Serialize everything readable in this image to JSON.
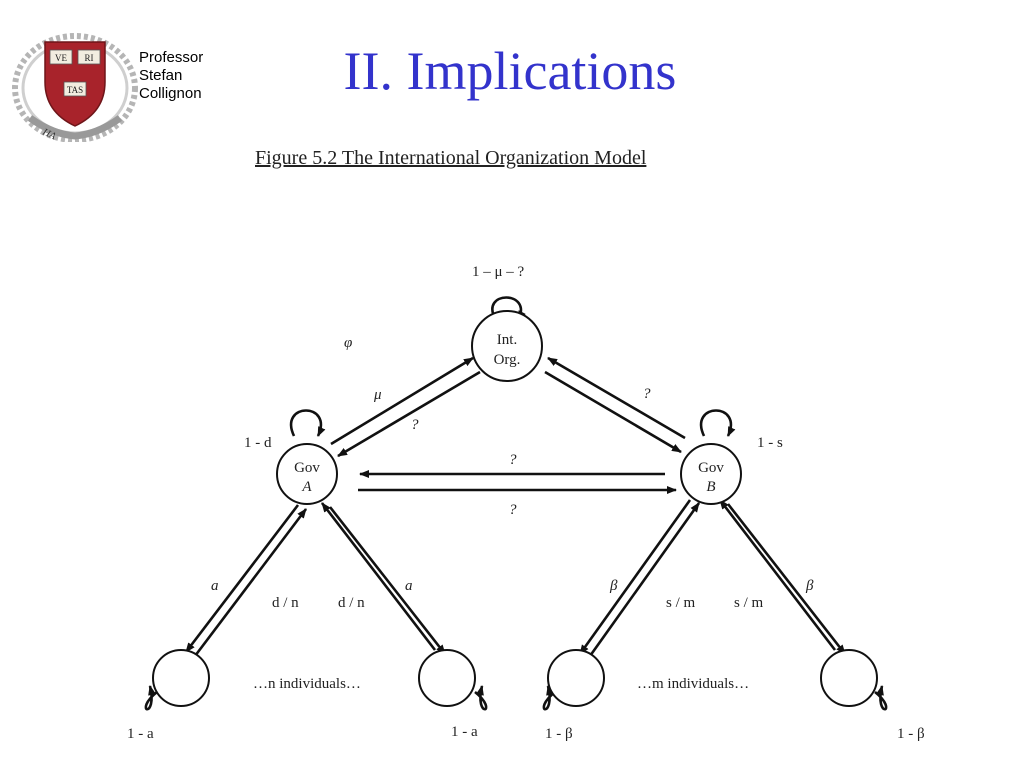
{
  "header": {
    "author_lines": [
      "Professor",
      "Stefan",
      "Collignon"
    ],
    "title": "II. Implications"
  },
  "logo": {
    "shield_text": [
      "VE",
      "RI",
      "TAS"
    ],
    "banner_text": "HA",
    "colors": {
      "shield": "#a8232b",
      "book": "#f2ede0",
      "wreath": "#9a9a9a"
    }
  },
  "figure": {
    "caption": "Figure 5.2 The International Organization Model",
    "nodes": {
      "int_org": [
        "Int.",
        "Org."
      ],
      "gov_a": [
        "Gov",
        "A"
      ],
      "gov_b": [
        "Gov",
        "B"
      ]
    },
    "labels": {
      "int_org_self": "1 – μ – ?",
      "phi": "φ",
      "mu": "μ",
      "q_int_to_a": "?",
      "q_int_b": "?",
      "one_minus_d": "1 - d",
      "one_minus_s": "1 - s",
      "q_b_to_a": "?",
      "q_a_to_b": "?",
      "a_left": "a",
      "d_n_left": "d / n",
      "d_n_right": "d / n",
      "a_right": "a",
      "beta_left": "β",
      "s_m_left": "s / m",
      "s_m_right": "s / m",
      "beta_right": "β",
      "n_individuals": "…n individuals…",
      "m_individuals": "…m individuals…",
      "one_minus_a_left": "1 - a",
      "one_minus_a_right": "1 - a",
      "one_minus_beta_left": "1 - β",
      "one_minus_beta_right": "1 - β"
    }
  }
}
